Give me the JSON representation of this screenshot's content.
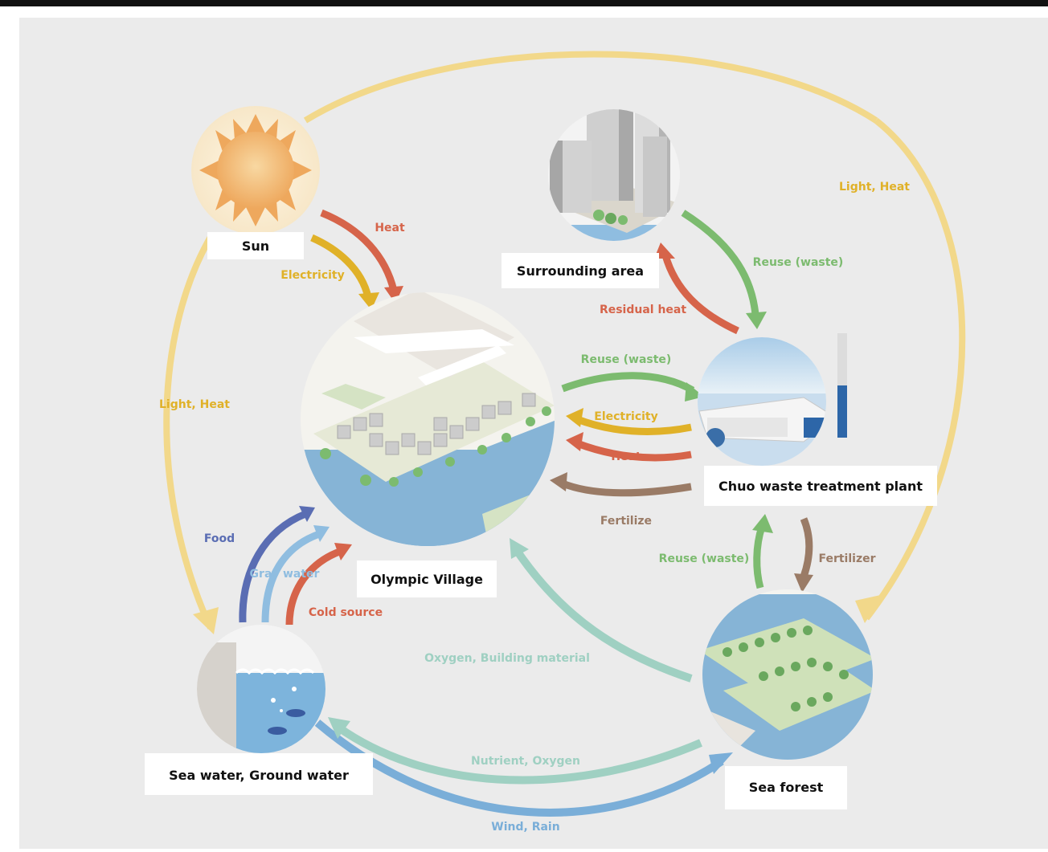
{
  "nodes": {
    "sun": "Sun",
    "surrounding": "Surrounding area",
    "village": "Olympic Village",
    "plant": "Chuo waste treatment plant",
    "sea_water": "Sea water, Ground water",
    "sea_forest": "Sea forest"
  },
  "flows": {
    "light_heat_right": "Light, Heat",
    "light_heat_left": "Light, Heat",
    "heat_sun": "Heat",
    "electricity_sun": "Electricity",
    "reuse_surround": "Reuse (waste)",
    "residual_heat": "Residual heat",
    "reuse_village": "Reuse (waste)",
    "electricity_plant": "Electricity",
    "heat_plant": "Heat",
    "fertilize": "Fertilize",
    "reuse_forest": "Reuse (waste)",
    "fertilizer": "Fertilizer",
    "food": "Food",
    "gray_water": "Gray water",
    "cold_source": "Cold source",
    "oxygen_building": "Oxygen, Building material",
    "nutrient_oxygen": "Nutrient, Oxygen",
    "wind_rain": "Wind, Rain"
  },
  "colors": {
    "light_heat": "#f2d88a",
    "heat": "#d6644a",
    "electricity": "#e0b128",
    "reuse": "#7cbb6f",
    "fertilize": "#9a7b66",
    "food": "#5a6db3",
    "gray_water": "#8fbde0",
    "teal": "#9fd0c2",
    "wind_rain": "#7aaed8"
  }
}
